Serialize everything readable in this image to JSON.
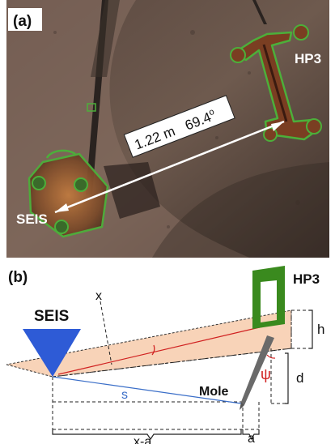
{
  "panel_a": {
    "label": "(a)",
    "hp3_label": "HP3",
    "seis_label": "SEIS",
    "distance_value": "1.22 m",
    "angle_value": "69.4",
    "angle_unit": "o"
  },
  "panel_b": {
    "label": "(b)",
    "hp3_label": "HP3",
    "seis_label": "SEIS",
    "mole_label": "Mole",
    "var_x": "x",
    "var_s": "s",
    "var_h": "h",
    "var_d": "d",
    "var_a": "a",
    "var_x_minus_a": "x-a",
    "var_psi": "ψ"
  },
  "colors": {
    "ground_dark": "#4a3a30",
    "ground_light": "#7a6659",
    "outline_green": "#4caf3a",
    "hp3_fill": "#7a3e22",
    "plane_fill": "#f8d3b8",
    "seis_blue": "#2e5bd6",
    "hp3_green": "#3a8a1e",
    "red_line": "#d02020",
    "blue_line": "#3a6ec8"
  }
}
